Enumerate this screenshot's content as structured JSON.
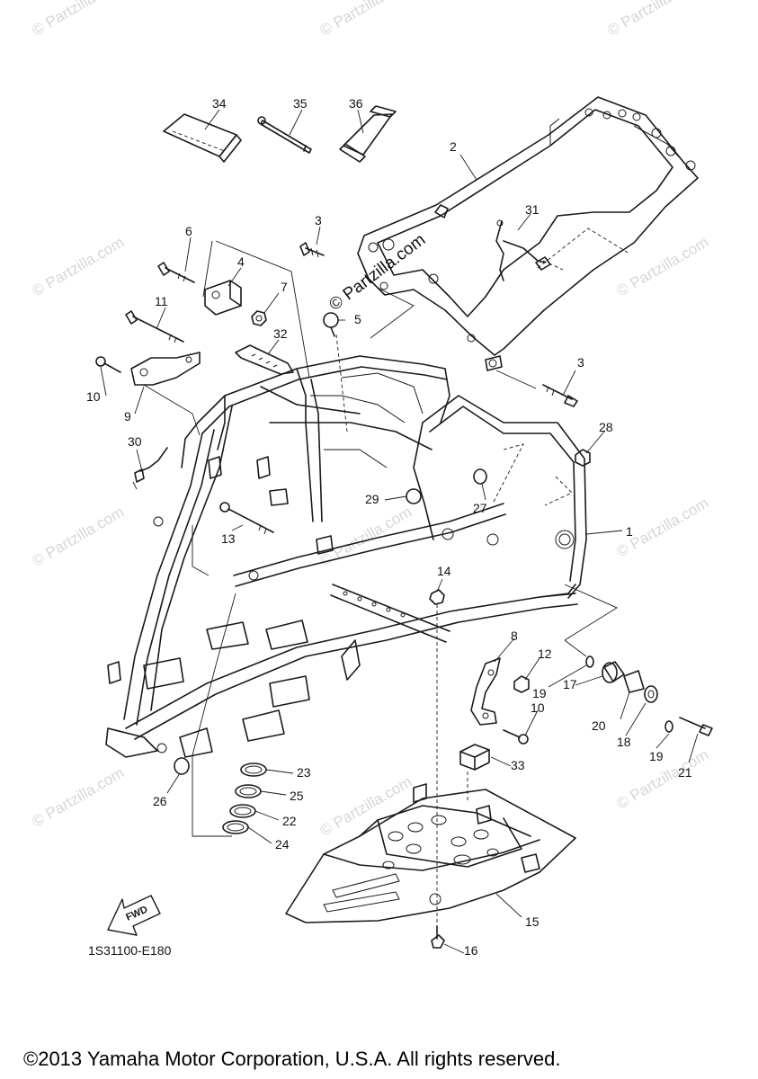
{
  "watermark": "© Partzilla.com",
  "stamp_text": "© Partzilla.com",
  "diagram_code": "1S31100-E180",
  "fwd_label": "FWD",
  "copyright": "©2013 Yamaha Motor Corporation, U.S.A. All rights reserved.",
  "callouts": [
    "1",
    "2",
    "3",
    "3",
    "4",
    "5",
    "6",
    "7",
    "8",
    "9",
    "10",
    "10",
    "11",
    "12",
    "13",
    "14",
    "15",
    "16",
    "17",
    "18",
    "19",
    "19",
    "20",
    "21",
    "22",
    "23",
    "24",
    "25",
    "26",
    "27",
    "28",
    "29",
    "30",
    "31",
    "32",
    "33",
    "34",
    "35",
    "36"
  ]
}
